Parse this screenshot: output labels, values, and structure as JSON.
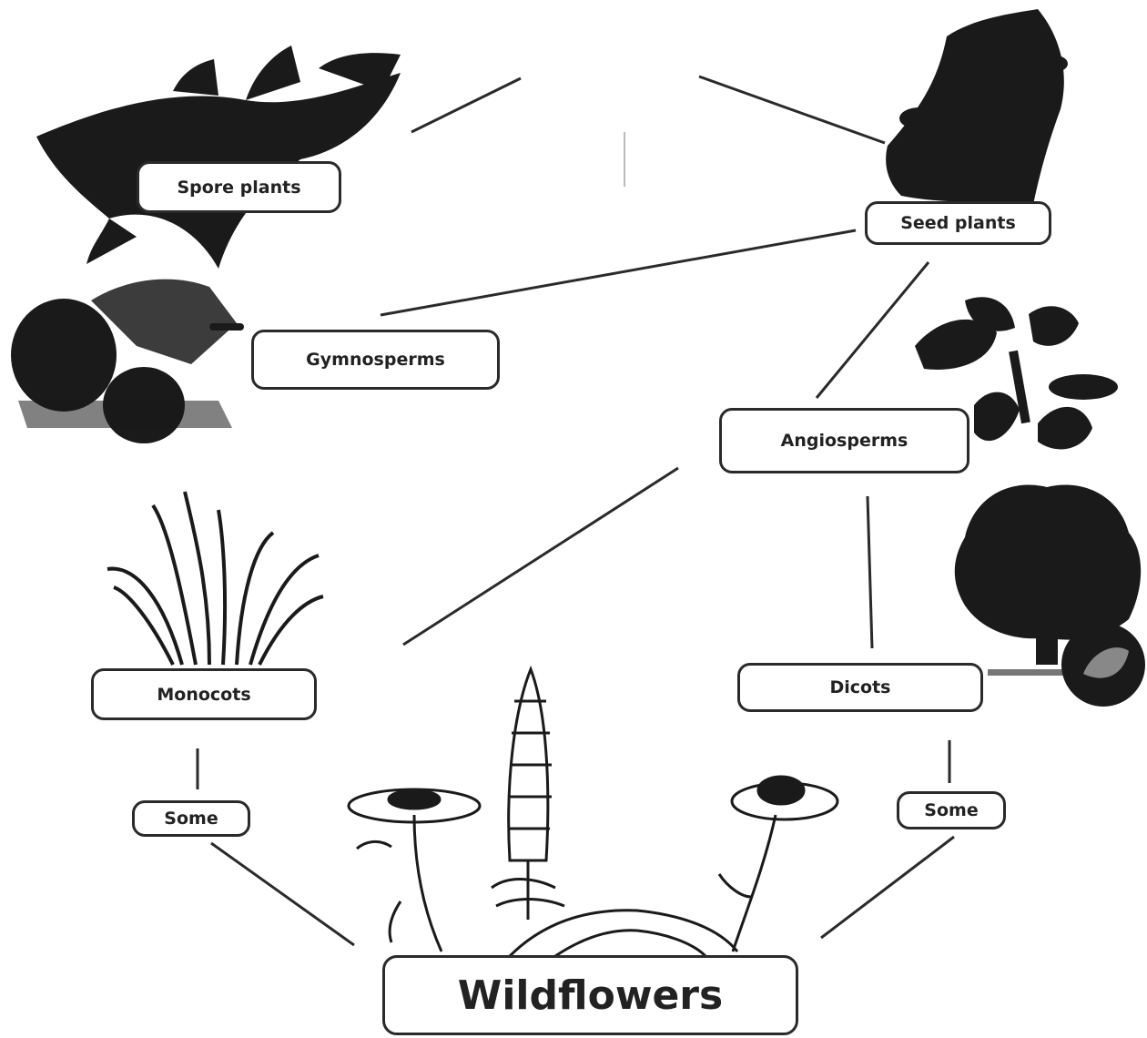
{
  "diagram": {
    "nodes": {
      "spore_plants": "Spore plants",
      "seed_plants": "Seed plants",
      "gymnosperms": "Gymnosperms",
      "angiosperms": "Angiosperms",
      "monocots": "Monocots",
      "dicots": "Dicots",
      "some_left": "Some",
      "some_right": "Some",
      "wildflowers": "Wildflowers"
    },
    "illustrations": [
      "fern-illustration",
      "seed-plant-branch-illustration",
      "pine-cone-illustration",
      "flowering-branch-illustration",
      "grass-illustration",
      "tree-illustration",
      "leaf-disc-illustration",
      "daisy-illustration",
      "lupine-illustration",
      "coneflower-illustration",
      "rosette-illustration"
    ],
    "colors": {
      "ink": "#1a1a1a",
      "background": "#ffffff"
    }
  }
}
